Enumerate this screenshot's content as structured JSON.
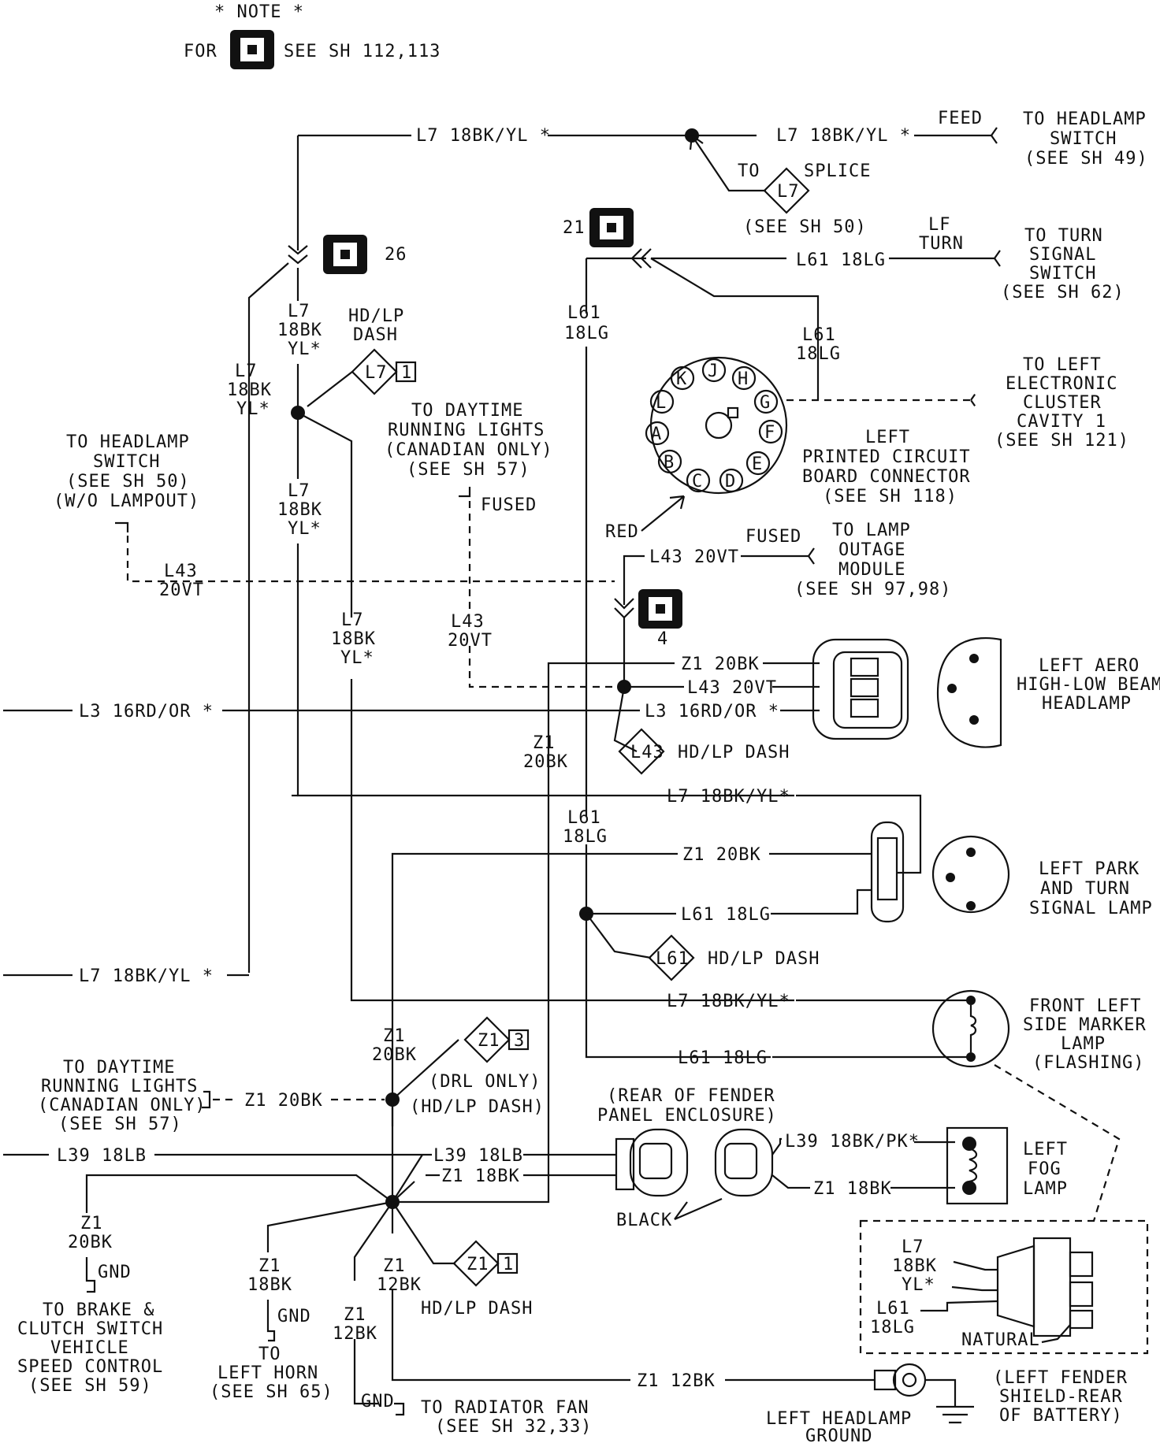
{
  "note": {
    "title": "* NOTE *",
    "for": "FOR",
    "see": "SEE SH 112,113"
  },
  "connectors": {
    "c26": "26",
    "c21": "21",
    "c4": "4"
  },
  "wires": {
    "l7_top_left": "L7 18BK/YL *",
    "l7_top_right": "L7 18BK/YL *",
    "feed": "FEED",
    "l7_26a": "L7",
    "l7_26b": "18BK",
    "l7_26c": "YL*",
    "l7_left_a": "L7",
    "l7_left_b": "18BK",
    "l7_left_c": "YL*",
    "l7_mid_a": "L7",
    "l7_mid_b": "18BK",
    "l7_mid_c": "YL*",
    "l7_low_a": "L7",
    "l7_low_b": "18BK",
    "l7_low_c": "YL*",
    "l61_21": "L61 18LG",
    "lf_turn_a": "LF",
    "lf_turn_b": "TURN",
    "l61_v1a": "L61",
    "l61_v1b": "18LG",
    "l61_v2a": "L61",
    "l61_v2b": "18LG",
    "l61_v3a": "L61",
    "l61_v3b": "18LG",
    "l43_left_a": "L43",
    "l43_left_b": "20VT",
    "l43_mid_a": "L43",
    "l43_mid_b": "20VT",
    "l43_top": "L43 20VT",
    "fused1": "FUSED",
    "fused2": "FUSED",
    "z1_hl": "Z1 20BK",
    "l43_hl": "L43 20VT",
    "l3_hl": "L3 16RD/OR *",
    "l3_left": "L3 16RD/OR *",
    "z1_v_a": "Z1",
    "z1_v_b": "20BK",
    "l7_park": "L7 18BK/YL*",
    "z1_park": "Z1 20BK",
    "l61_park": "L61 18LG",
    "l7_bottom_left": "L7 18BK/YL *",
    "l7_marker": "L7 18BK/YL*",
    "l61_marker": "L61 18LG",
    "z1_splice_a": "Z1",
    "z1_splice_b": "20BK",
    "z1_drl": "Z1 20BK",
    "l39_left": "L39 18LB",
    "l39_fog_in": "L39 18LB",
    "z1_fog_in": "Z1 18BK",
    "l39_fog": "L39 18BK/PK*",
    "z1_fog": "Z1 18BK",
    "z1_g1a": "Z1",
    "z1_g1b": "20BK",
    "gnd1": "GND",
    "z1_g2a": "Z1",
    "z1_g2b": "18BK",
    "gnd2": "GND",
    "z1_g3a": "Z1",
    "z1_g3b": "12BK",
    "z1_g4a": "Z1",
    "z1_g4b": "12BK",
    "gnd3": "GND",
    "z1_ground": "Z1 12BK",
    "inset_l7a": "L7",
    "inset_l7b": "18BK",
    "inset_l7c": "YL*",
    "inset_l61a": "L61",
    "inset_l61b": "18LG",
    "natural": "NATURAL"
  },
  "labels": {
    "headlamp_sw_top": [
      "TO HEADLAMP",
      "SWITCH",
      "(SEE SH 49)"
    ],
    "splice_to": "TO",
    "splice": "SPLICE",
    "splice_see": "(SEE SH 50)",
    "turn_signal": [
      "TO TURN",
      "SIGNAL",
      "SWITCH",
      "(SEE SH 62)"
    ],
    "hdlp_dash_top": [
      "HD/LP",
      "DASH"
    ],
    "cluster": [
      "TO LEFT",
      "ELECTRONIC",
      "CLUSTER",
      "CAVITY 1",
      "(SEE SH 121)"
    ],
    "pcb": [
      "LEFT",
      "PRINTED CIRCUIT",
      "BOARD CONNECTOR",
      "(SEE SH 118)"
    ],
    "drl_top": [
      "TO DAYTIME",
      "RUNNING LIGHTS",
      "(CANADIAN ONLY)",
      "(SEE SH 57)"
    ],
    "headlamp_sw_left": [
      "TO HEADLAMP",
      "SWITCH",
      "(SEE SH 50)",
      "(W/O LAMPOUT)"
    ],
    "red": "RED",
    "outage": [
      "TO LAMP",
      "OUTAGE",
      "MODULE",
      "(SEE SH 97,98)"
    ],
    "aero": [
      "LEFT AERO",
      "HIGH-LOW BEAM",
      "HEADLAMP"
    ],
    "hdlp_dash_l43": "HD/LP DASH",
    "park_turn": [
      "LEFT PARK",
      "AND TURN",
      "SIGNAL LAMP"
    ],
    "hdlp_dash_l61": "HD/LP DASH",
    "marker": [
      "FRONT LEFT",
      "SIDE MARKER",
      "LAMP",
      "(FLASHING)"
    ],
    "drl_left": [
      "TO DAYTIME",
      "RUNNING LIGHTS",
      "(CANADIAN ONLY)",
      "(SEE SH 57)"
    ],
    "drl_only": "(DRL ONLY)",
    "hdlp_dash_z1": "(HD/LP DASH)",
    "fender": [
      "(REAR OF FENDER",
      "PANEL ENCLOSURE)"
    ],
    "black": "BLACK",
    "fog": [
      "LEFT",
      "FOG",
      "LAMP"
    ],
    "brake": [
      "TO BRAKE &",
      "CLUTCH SWITCH",
      "VEHICLE",
      "SPEED CONTROL",
      "(SEE SH 59)"
    ],
    "horn": [
      "TO",
      "LEFT HORN",
      "(SEE SH 65)"
    ],
    "hdlp_dash_bottom": "HD/LP DASH",
    "rad_fan": [
      "TO RADIATOR FAN",
      "(SEE SH 32,33)"
    ],
    "ground": [
      "LEFT HEADLAMP",
      "GROUND"
    ],
    "fender_shield": [
      "(LEFT FENDER",
      "SHIELD-REAR",
      "OF BATTERY)"
    ]
  },
  "diamonds": {
    "l7_splice": "L7",
    "l7_hdlp": "L7",
    "l7_hdlp_n": "1",
    "l43_hdlp": "L43",
    "l61_hdlp": "L61",
    "z1_drl": "Z1",
    "z1_drl_n": "3",
    "z1_hdlp": "Z1",
    "z1_hdlp_n": "1"
  },
  "pins": [
    "K",
    "J",
    "H",
    "G",
    "F",
    "E",
    "D",
    "C",
    "B",
    "A",
    "L"
  ],
  "icons": [
    "connector-icon",
    "splice-dot-icon",
    "ground-icon",
    "lamp-icon"
  ]
}
